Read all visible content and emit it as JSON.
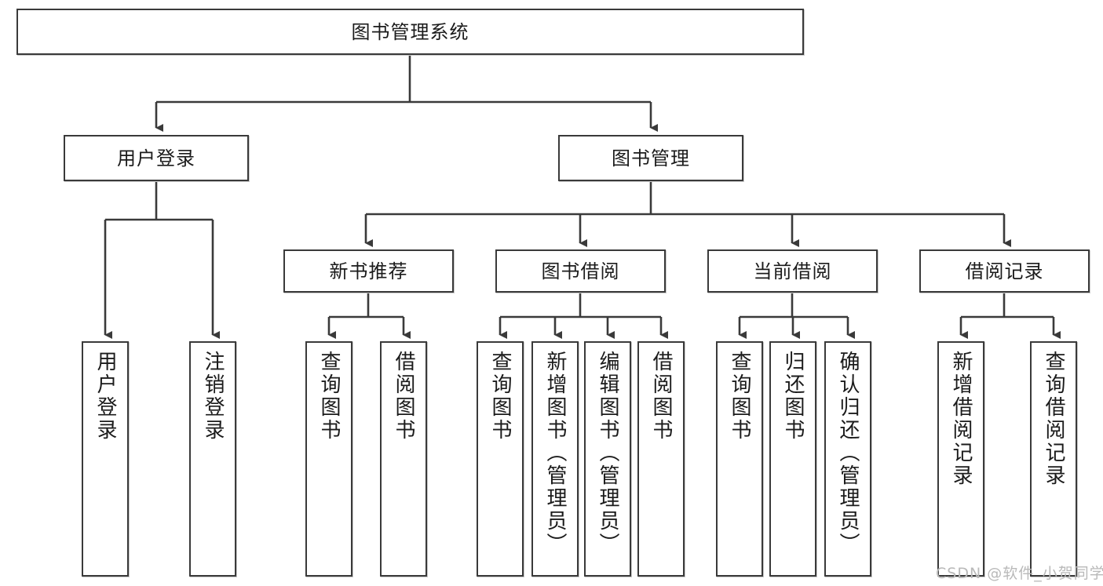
{
  "diagram": {
    "title": "图书管理系统",
    "type": "tree",
    "watermark": "CSDN @软件_小贺同学",
    "colors": {
      "box_border": "#3a3a3a",
      "box_fill": "#ffffff",
      "connector": "#3a3a3a",
      "text": "#1b1b1b",
      "watermark": "#b9b9b9"
    },
    "nodes": {
      "root": {
        "label": "图书管理系统"
      },
      "level2": [
        {
          "id": "user-login",
          "label": "用户登录"
        },
        {
          "id": "book-manage",
          "label": "图书管理"
        }
      ],
      "level3": [
        {
          "id": "new-book-recommend",
          "label": "新书推荐"
        },
        {
          "id": "book-borrow",
          "label": "图书借阅"
        },
        {
          "id": "current-borrow",
          "label": "当前借阅"
        },
        {
          "id": "borrow-record",
          "label": "借阅记录"
        }
      ],
      "leaves": {
        "user-login": [
          {
            "id": "leaf-user-login",
            "label": "用户登录"
          },
          {
            "id": "leaf-logout",
            "label": "注销登录"
          }
        ],
        "new-book-recommend": [
          {
            "id": "leaf-query-book-1",
            "label": "查询图书"
          },
          {
            "id": "leaf-borrow-book-1",
            "label": "借阅图书"
          }
        ],
        "book-borrow": [
          {
            "id": "leaf-query-book-2",
            "label": "查询图书"
          },
          {
            "id": "leaf-add-book",
            "label": "新增图书（管理员）"
          },
          {
            "id": "leaf-edit-book",
            "label": "编辑图书（管理员）"
          },
          {
            "id": "leaf-borrow-book-2",
            "label": "借阅图书"
          }
        ],
        "current-borrow": [
          {
            "id": "leaf-query-book-3",
            "label": "查询图书"
          },
          {
            "id": "leaf-return-book",
            "label": "归还图书"
          },
          {
            "id": "leaf-confirm-return",
            "label": "确认归还（管理员）"
          }
        ],
        "borrow-record": [
          {
            "id": "leaf-add-record",
            "label": "新增借阅记录"
          },
          {
            "id": "leaf-query-record",
            "label": "查询借阅记录"
          }
        ]
      }
    }
  }
}
